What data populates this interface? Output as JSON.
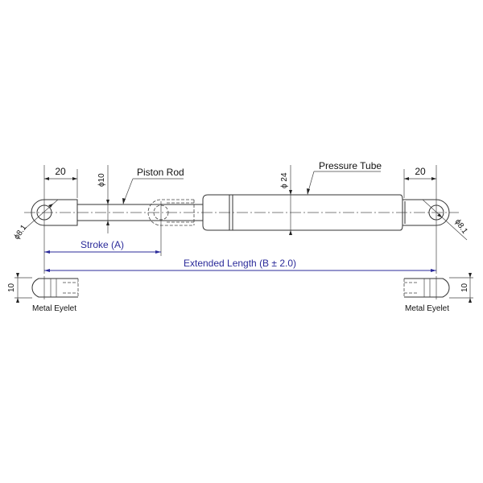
{
  "drawing": {
    "dim_eyelet_length_left": "20",
    "dim_eyelet_length_right": "20",
    "dim_rod_diameter": "ϕ10",
    "dim_tube_diameter": "ϕ 24",
    "dim_hole_left": "ϕ8.1",
    "dim_hole_right": "ϕ8.1",
    "label_piston_rod": "Piston Rod",
    "label_pressure_tube": "Pressure Tube",
    "label_stroke": "Stroke (A)",
    "label_extended_length": "Extended Length (B ± 2.0)",
    "dim_eyelet_thickness_left": "10",
    "dim_eyelet_thickness_right": "10",
    "label_metal_eyelet_left": "Metal Eyelet",
    "label_metal_eyelet_right": "Metal Eyelet"
  },
  "colors": {
    "dimension_blue": "#2b2b9a",
    "line": "#333333"
  }
}
